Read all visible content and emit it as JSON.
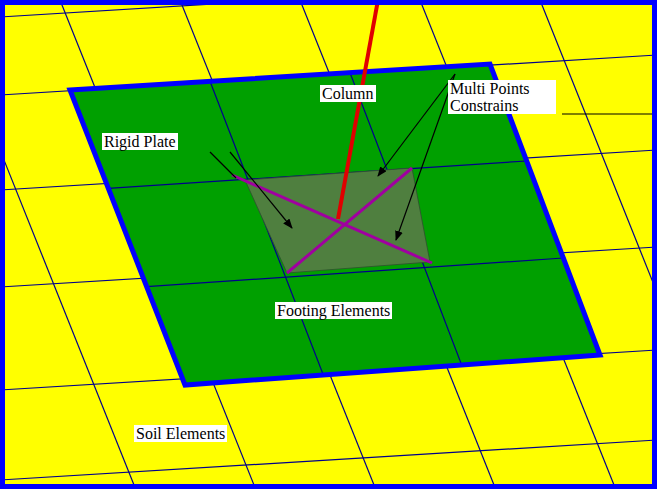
{
  "diagram": {
    "labels": [
      "Column",
      "Multi Points Constrains",
      "Rigid Plate",
      "Footing Elements",
      "Soil Elements"
    ]
  }
}
